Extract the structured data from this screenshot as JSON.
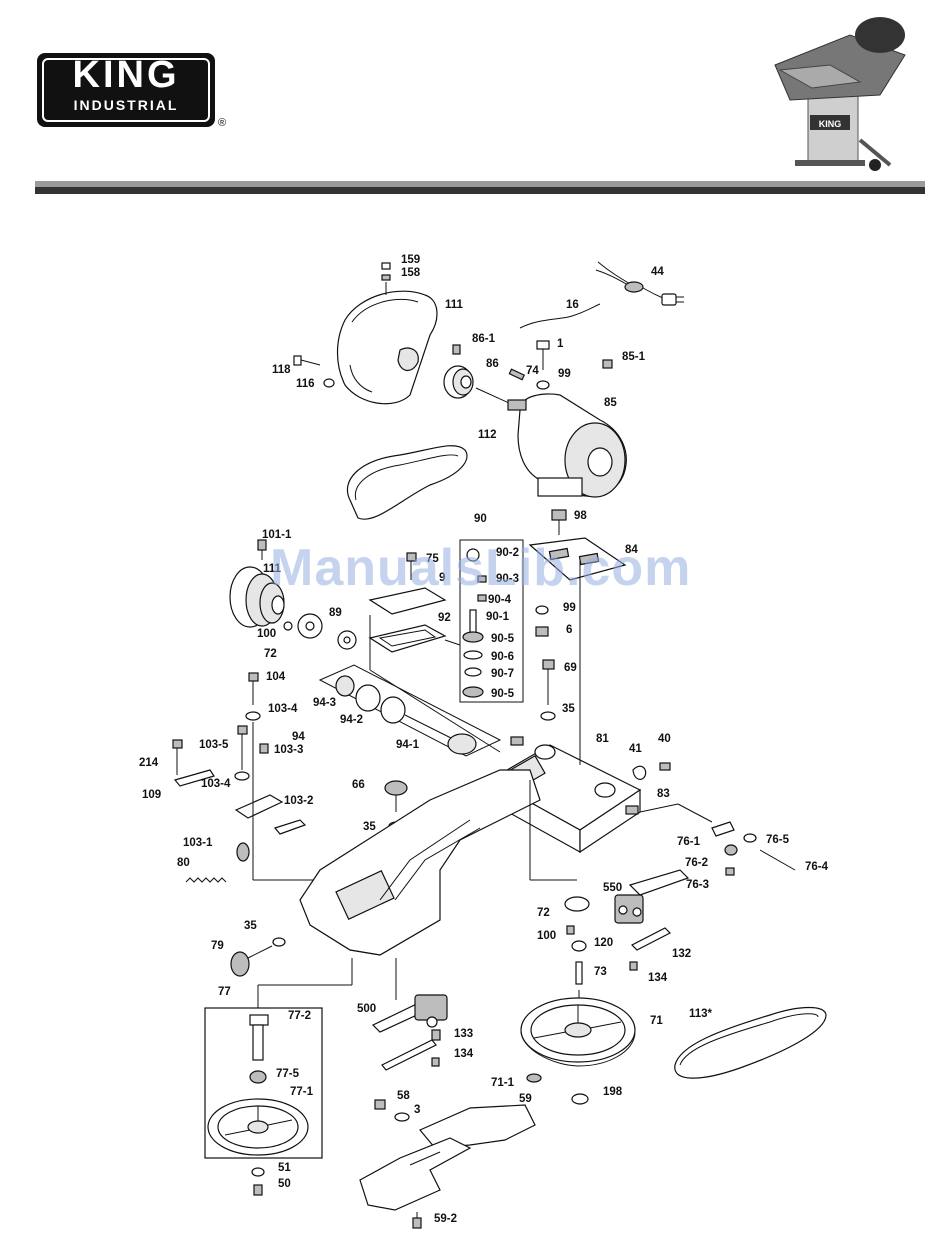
{
  "brand": {
    "name_line1": "KING",
    "name_line2": "INDUSTRIAL",
    "registered": "®"
  },
  "watermark": "ManualsLib.com",
  "colors": {
    "rule_gray": "#9a9a9a",
    "rule_dark": "#333333",
    "watermark": "#96afe1",
    "line": "#111111"
  },
  "product_photo": {
    "label": "KING",
    "icon": "bandsaw-photo"
  },
  "part_labels": [
    "159",
    "158",
    "44",
    "111",
    "16",
    "86-1",
    "1",
    "85-1",
    "118",
    "116",
    "86",
    "74",
    "99",
    "85",
    "112",
    "90",
    "98",
    "101-1",
    "75",
    "9",
    "90-2",
    "90-3",
    "84",
    "111",
    "90-4",
    "90-1",
    "99",
    "89",
    "92",
    "100",
    "6",
    "72",
    "90-5",
    "90-6",
    "90-7",
    "90-5",
    "69",
    "104",
    "35",
    "94-3",
    "103-4",
    "94-2",
    "94",
    "103-5",
    "103-3",
    "94-1",
    "81",
    "41",
    "40",
    "214",
    "103-4",
    "109",
    "66",
    "83",
    "103-2",
    "35",
    "76-1",
    "76-5",
    "103-1",
    "76-2",
    "76-4",
    "80",
    "76-3",
    "550",
    "72",
    "35",
    "100",
    "120",
    "132",
    "79",
    "134",
    "73",
    "77",
    "77-2",
    "500",
    "133",
    "71",
    "113*",
    "134",
    "77-5",
    "77-1",
    "71-1",
    "58",
    "198",
    "3",
    "59",
    "51",
    "50",
    "59-2"
  ]
}
